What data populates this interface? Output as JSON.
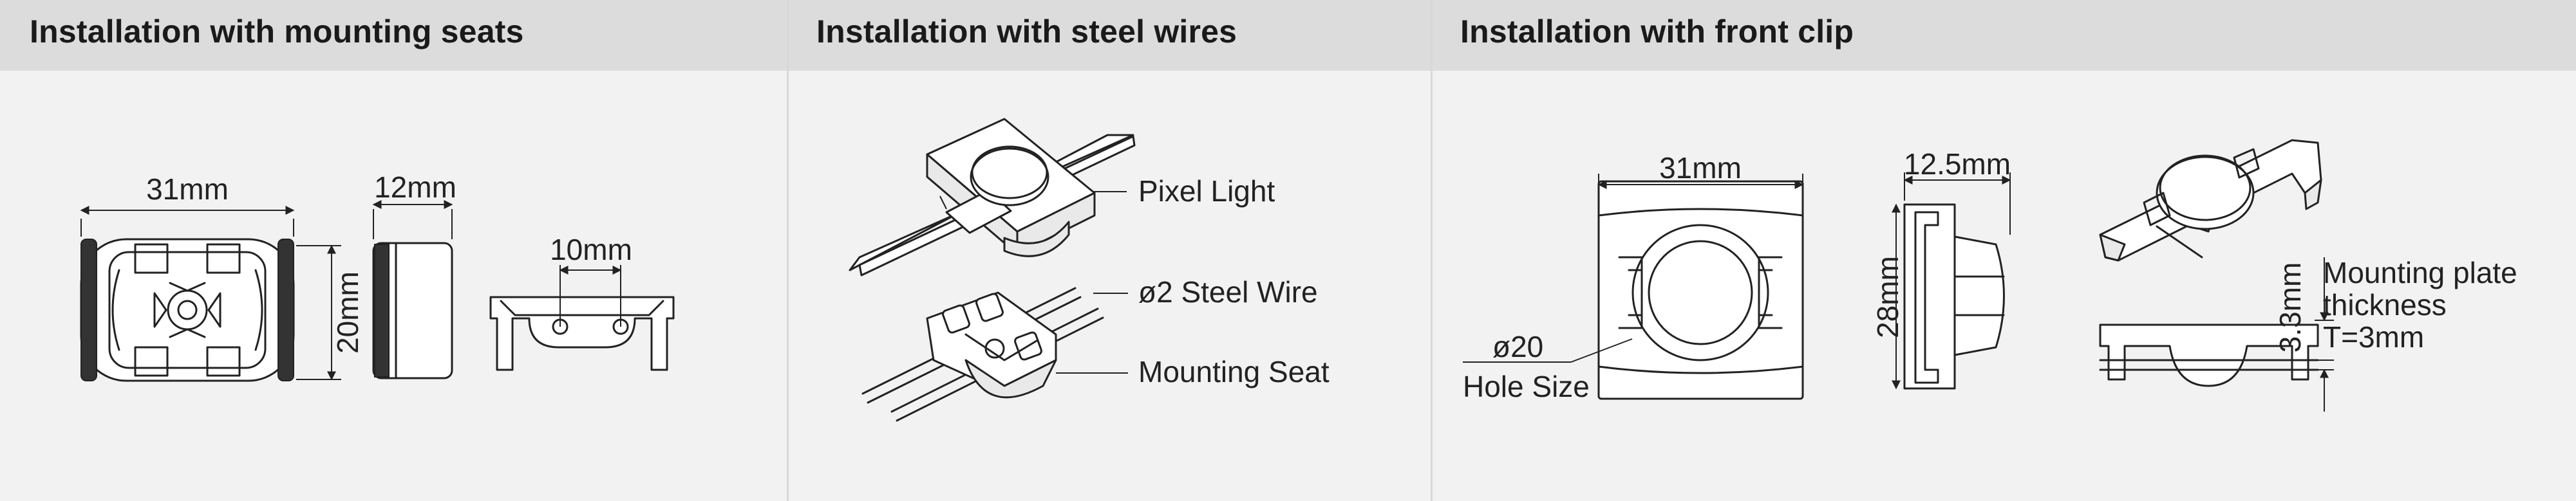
{
  "sections": [
    {
      "title": "Installation with mounting seats",
      "dimensions": {
        "width": "31mm",
        "height": "20mm",
        "depth": "12mm",
        "seat_gap": "10mm"
      }
    },
    {
      "title": "Installation with steel wires",
      "callouts": {
        "pixel": "Pixel Light",
        "wire": "ø2 Steel Wire",
        "seat": "Mounting Seat"
      }
    },
    {
      "title": "Installation with front clip",
      "dimensions": {
        "width": "31mm",
        "height": "28mm",
        "depth": "12.5mm",
        "clip": "3.3mm"
      },
      "hole": {
        "size": "ø20",
        "label": "Hole Size"
      },
      "plate": {
        "line1": "Mounting plate",
        "line2": "thickness",
        "line3": "T=3mm"
      }
    }
  ]
}
